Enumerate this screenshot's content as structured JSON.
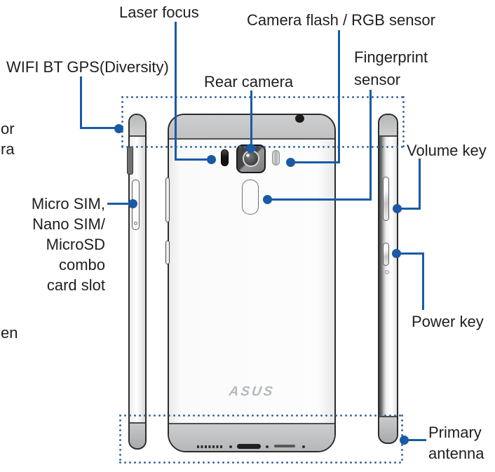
{
  "page": {
    "title": "Phone hardware overview diagram",
    "background": "#ffffff"
  },
  "colors": {
    "accent_blue": "#1a5aa5",
    "dotted_blue": "#3a689f",
    "text": "#1f1f21",
    "phone_outline": "#2b2b2b",
    "logo_gray": "#b5b9bc"
  },
  "labels": {
    "laser_focus": "Laser focus",
    "camera_flash_rgb": "Camera flash / RGB sensor",
    "wifi_bt_gps": "WIFI BT GPS(Diversity)",
    "rear_camera": "Rear camera",
    "fingerprint": {
      "line1": "Fingerprint",
      "line2": "sensor"
    },
    "volume_key": "Volume key",
    "power_key": "Power key",
    "primary_antenna": {
      "line1": "Primary",
      "line2": "antenna"
    },
    "sim_card": {
      "lines": [
        "Micro SIM,",
        "Nano SIM/",
        "MicroSD",
        "combo",
        "card slot"
      ]
    },
    "clipped_left_edge": {
      "fragment1": "or",
      "fragment2": "ra",
      "fragment3": "en"
    },
    "asus_logo": "ASUS"
  }
}
